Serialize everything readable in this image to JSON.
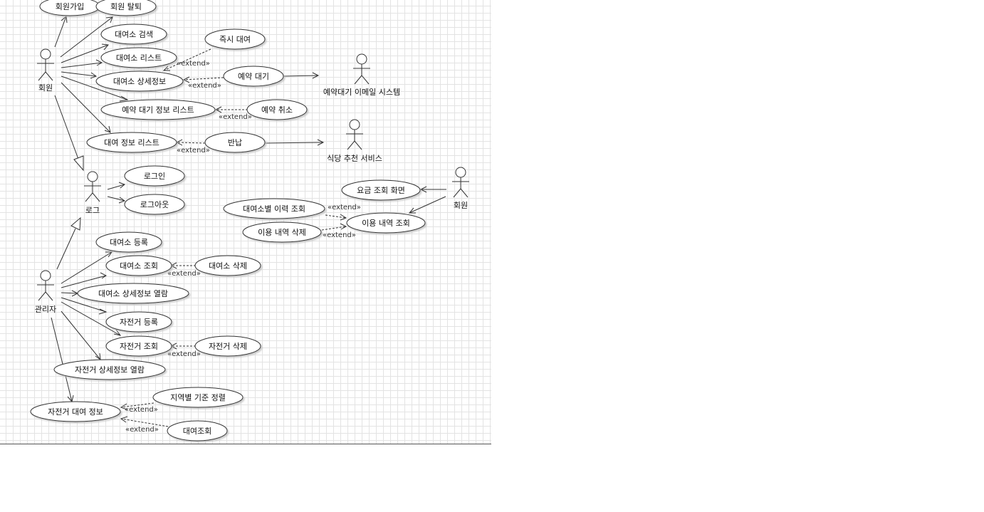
{
  "colors": {
    "grid": "#e3e3e3",
    "line": "#333333",
    "ellipse_fill": "#ffffff",
    "shadow": "#d6d6d6"
  },
  "actors": {
    "member": "회원",
    "reservation_email_system": "예약대기 이메일 시스템",
    "restaurant_recommendation_service": "식당 추천 서비스",
    "log": "로그",
    "member_right": "회원",
    "admin": "관리자"
  },
  "use_cases": {
    "signup": "회원가입",
    "withdraw": "회원 탈퇴",
    "station_search": "대여소 검색",
    "station_list": "대여소 리스트",
    "instant_rental": "즉시 대여",
    "station_detail": "대여소 상세정보",
    "reservation_wait": "예약 대기",
    "wait_info_list": "예약 대기 정보 리스트",
    "cancel_reservation": "예약 취소",
    "rental_info_list": "대여 정보 리스트",
    "return": "반납",
    "login": "로그인",
    "logout": "로그아웃",
    "fee_view_screen": "요금 조회 화면",
    "station_history_view": "대여소별 이력 조회",
    "usage_history_view": "이용 내역 조회",
    "usage_history_delete": "이용 내역 삭제",
    "station_register": "대여소 등록",
    "station_view": "대여소 조회",
    "station_delete": "대여소 삭제",
    "station_detail_browse": "대여소 상세정보 열람",
    "bike_register": "자전거 등록",
    "bike_view": "자전거 조회",
    "bike_delete": "자전거 삭제",
    "bike_detail_browse": "자전거 상세정보 열람",
    "bike_rental_info": "자전거 대여 정보",
    "region_sort": "지역별 기준 정렬",
    "rental_view": "대여조회"
  },
  "stereotype": "«extend»"
}
